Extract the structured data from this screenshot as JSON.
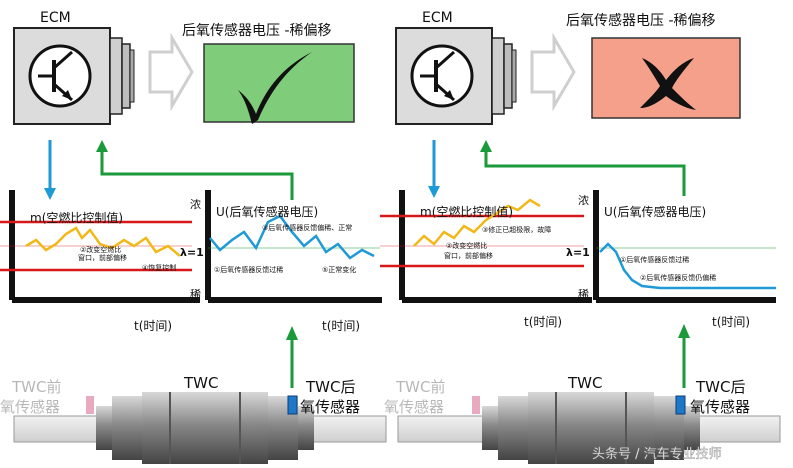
{
  "panels": [
    {
      "ecm_label": "ECM",
      "voltage_title": "后氧传感器电压 -稀偏移",
      "result_color": "#7fcc7a",
      "result_icon": "check-icon",
      "m_chart_title": "m(空燃比控制值)",
      "u_chart_title": "U(后氧传感器电压)",
      "u_axis_top": "浓",
      "u_axis_bottom": "稀",
      "lambda_label": "λ=1",
      "time_label_left": "t(时间)",
      "time_label_right": "t(时间)",
      "m_annotations": [
        "②改变空燃比",
        "窗口，前部偏移",
        "④恢复控制"
      ],
      "u_annotations": [
        "③后氧传感器反馈偏稀、正常",
        "①后氧传感器反馈过稀",
        "⑤正常变化"
      ],
      "twc_label": "TWC",
      "front_sensor_label_line1": "TWC前",
      "front_sensor_label_line2": "氧传感器",
      "rear_sensor_label_line1": "TWC后",
      "rear_sensor_label_line2": "氧传感器"
    },
    {
      "ecm_label": "ECM",
      "voltage_title": "后氧传感器电压 -稀偏移",
      "result_color": "#f4a08a",
      "result_icon": "cross-icon",
      "m_chart_title": "m(空燃比控制值)",
      "u_chart_title": "U(后氧传感器电压)",
      "u_axis_top": "浓",
      "u_axis_bottom": "稀",
      "lambda_label": "λ=1",
      "time_label_left": "t(时间)",
      "time_label_right": "t(时间)",
      "m_annotations": [
        "②改变空燃比",
        "窗口，前部偏移",
        "③修正已超极限，故障"
      ],
      "u_annotations": [
        "①后氧传感器反馈过稀",
        "②后氧传感器反馈仍偏稀"
      ],
      "twc_label": "TWC",
      "front_sensor_label_line1": "TWC前",
      "front_sensor_label_line2": "氧传感器",
      "rear_sensor_label_line1": "TWC后",
      "rear_sensor_label_line2": "氧传感器"
    }
  ],
  "watermark": "头条号 / 汽车专业技师",
  "colors": {
    "blue_line": "#1e9ad6",
    "green_line": "#1a9a3a",
    "red_line": "#d81818",
    "yellow_line": "#f2b818"
  }
}
